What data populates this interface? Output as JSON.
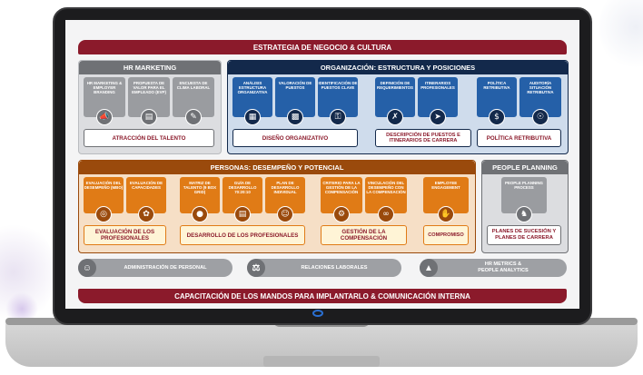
{
  "colors": {
    "burgundy": "#8b1a2b",
    "navy": "#13294b",
    "blue": "#2560a8",
    "orange": "#e07b16",
    "gray": "#6f7175"
  },
  "top_band": "ESTRATEGIA DE NEGOCIO & CULTURA",
  "bottom_band": "CAPACITACIÓN DE LOS MANDOS PARA IMPLANTARLO & COMUNICACIÓN INTERNA",
  "hr_marketing": {
    "title": "HR MARKETING",
    "cards": [
      {
        "text": "HR MARKETING & EMPLOYER BRANDING",
        "icon": "megaphone-icon"
      },
      {
        "text": "PROPUESTA DE VALOR PARA EL EMPLEADO (EVP)",
        "icon": "document-icon"
      },
      {
        "text": "ENCUESTA DE CLIMA LABORAL",
        "icon": "survey-icon"
      }
    ],
    "result": "ATRACCIÓN DEL TALENTO"
  },
  "organizacion": {
    "title": "ORGANIZACIÓN: ESTRUCTURA Y POSICIONES",
    "cards": [
      {
        "text": "ANÁLISIS ESTRUCTURA ORGANIZATIVA",
        "icon": "org-chart-icon"
      },
      {
        "text": "VALORACIÓN DE PUESTOS",
        "icon": "chart-icon"
      },
      {
        "text": "IDENTIFICACIÓN DE PUESTOS CLAVE",
        "icon": "key-icon"
      },
      {
        "text": "DEFINICIÓN DE REQUERIMIENTOS",
        "icon": "tools-icon"
      },
      {
        "text": "ITINERARIOS PROFESIONALES",
        "icon": "path-icon"
      },
      {
        "text": "POLÍTICA RETRIBUTIVA",
        "icon": "money-icon"
      },
      {
        "text": "AUDITORÍA SITUACIÓN RETRIBUTIVA",
        "icon": "audit-icon"
      }
    ],
    "results": [
      "DISEÑO ORGANIZATIVO",
      "DESCRIPCIÓN DE PUESTOS E ITINERARIOS DE CARRERA",
      "POLÍTICA RETRIBUTIVA"
    ]
  },
  "personas": {
    "title": "PERSONAS: DESEMPEÑO Y POTENCIAL",
    "cards": [
      {
        "text": "EVALUACIÓN DEL DESEMPEÑO (MBO)",
        "icon": "target-icon"
      },
      {
        "text": "EVALUACIÓN DE CAPACIDADES",
        "icon": "brain-icon"
      },
      {
        "text": "MATRIZ DE TALENTO (9 BOX GRID)",
        "icon": "binoculars-icon"
      },
      {
        "text": "GUÍA DE DESARROLLO 70:20:10",
        "icon": "book-icon"
      },
      {
        "text": "PLAN DE DESARROLLO INDIVIDUAL",
        "icon": "person-icon"
      },
      {
        "text": "CRITERIO PARA LA GESTIÓN DE LA COMPENSACIÓN",
        "icon": "head-gear-icon"
      },
      {
        "text": "VINCULACIÓN DEL DESEMPEÑO CON LA COMPENSACIÓN",
        "icon": "link-icon"
      },
      {
        "text": "EMPLOYEE ENGAGEMENT",
        "icon": "handshake-icon"
      }
    ],
    "results": [
      "EVALUACIÓN DE LOS PROFESIONALES",
      "DESARROLLO DE LOS PROFESIONALES",
      "GESTIÓN DE LA COMPENSACIÓN",
      "COMPROMISO"
    ]
  },
  "people_planning": {
    "title": "PEOPLE PLANNING",
    "card": {
      "text": "PEOPLE PLANNING PROCESS",
      "icon": "chess-icon"
    },
    "result": "PLANES DE SUCESIÓN Y PLANES DE CARRERA"
  },
  "pills": [
    {
      "text": "ADMINISTRACIÓN DE PERSONAL",
      "icon": "people-icon"
    },
    {
      "text": "RELACIONES LABORALES",
      "icon": "scales-icon"
    },
    {
      "text": "HR METRICS & PEOPLE ANALYTICS",
      "icon": "analytics-icon"
    }
  ]
}
